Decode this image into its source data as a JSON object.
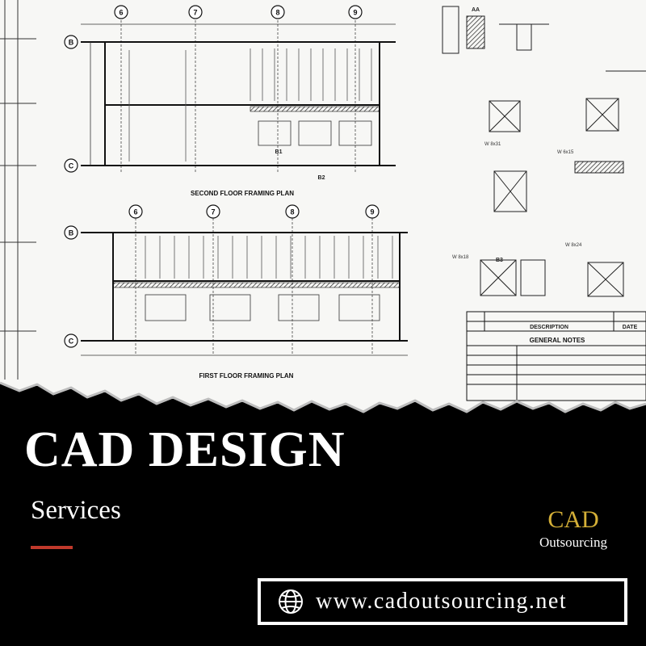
{
  "drawing": {
    "grid_labels": [
      "6",
      "7",
      "8",
      "9"
    ],
    "row_labels": [
      "B",
      "C"
    ],
    "second_floor_title": "SECOND FLOOR FRAMING PLAN",
    "first_floor_title": "FIRST FLOOR FRAMING PLAN",
    "notes_title": "GENERAL NOTES",
    "notes_header_description": "DESCRIPTION",
    "notes_header_date": "DATE",
    "detail_tags": [
      "B1",
      "B2",
      "B3"
    ],
    "section_tags": [
      "AA"
    ]
  },
  "headline": "CAD DESIGN",
  "subheadline": "Services",
  "brand": {
    "name": "CAD",
    "subtitle": "Outsourcing"
  },
  "website": {
    "icon": "globe-icon",
    "url": "www.cadoutsourcing.net"
  },
  "colors": {
    "background": "#000000",
    "text": "#ffffff",
    "accent": "#c0392b",
    "brand": "#d4af37",
    "paper": "#f7f7f5"
  }
}
